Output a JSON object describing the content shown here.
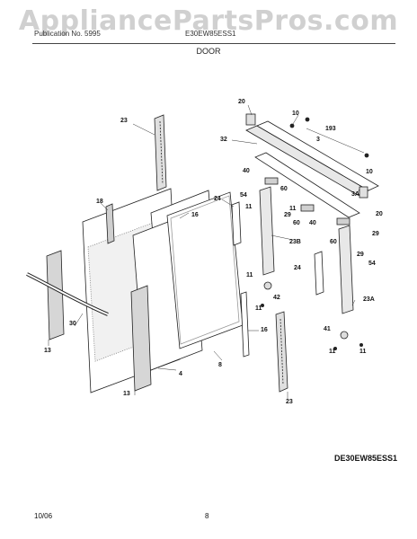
{
  "watermark": "AppliancePartsPros.com",
  "header": {
    "left": "Publication No. 5995",
    "middle": "E30EW85ESS1",
    "section": "DOOR"
  },
  "model_code": "DE30EW85ESS1",
  "footer": {
    "date": "10/06",
    "page": "8"
  },
  "callouts": [
    "20",
    "10",
    "193",
    "23",
    "32",
    "3",
    "10",
    "40",
    "60",
    "24",
    "16",
    "54",
    "11",
    "29",
    "11",
    "60",
    "40",
    "18",
    "3A",
    "20",
    "23B",
    "60",
    "29",
    "24",
    "29",
    "54",
    "11",
    "42",
    "11",
    "23A",
    "16",
    "30",
    "8",
    "41",
    "11",
    "11",
    "13",
    "4",
    "13",
    "23"
  ]
}
